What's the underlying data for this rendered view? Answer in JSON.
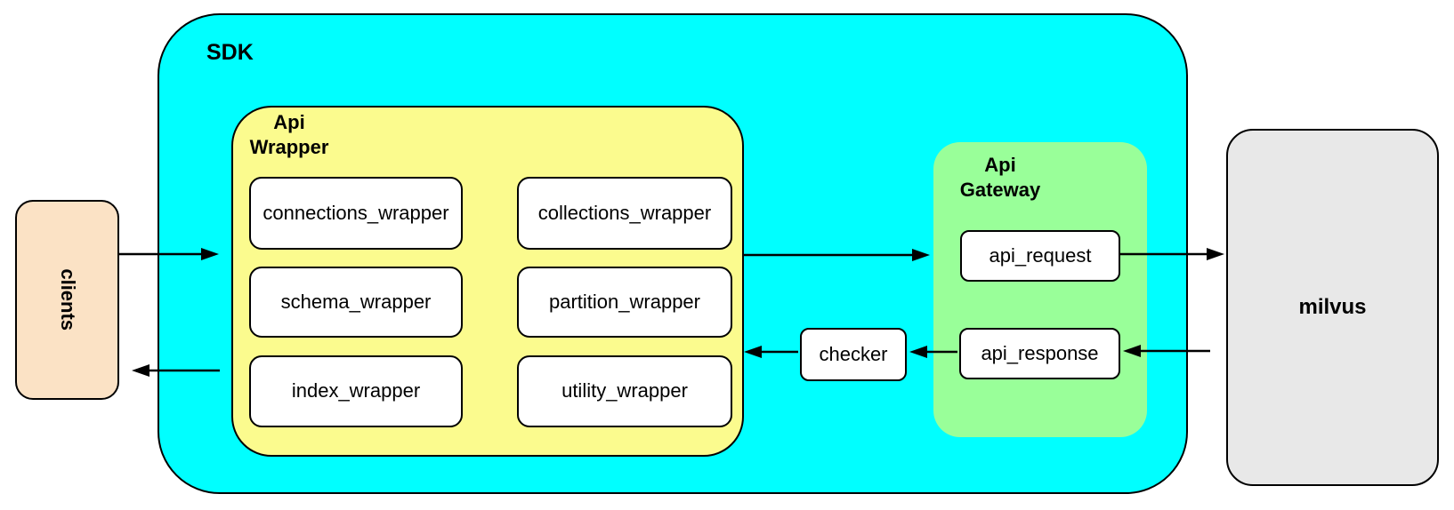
{
  "clients": {
    "label": "clients"
  },
  "sdk": {
    "label": "SDK",
    "api_wrapper": {
      "label": "Api\nWrapper",
      "boxes": [
        "connections_wrapper",
        "collections_wrapper",
        "schema_wrapper",
        "partition_wrapper",
        "index_wrapper",
        "utility_wrapper"
      ]
    },
    "checker": {
      "label": "checker"
    },
    "api_gateway": {
      "label": "Api\nGateway",
      "boxes": [
        "api_request",
        "api_response"
      ]
    }
  },
  "milvus": {
    "label": "milvus"
  },
  "arrows": [
    {
      "from": "clients",
      "to": "api_wrapper"
    },
    {
      "from": "api_wrapper",
      "to": "clients"
    },
    {
      "from": "api_wrapper",
      "to": "api_request"
    },
    {
      "from": "api_request",
      "to": "milvus"
    },
    {
      "from": "milvus",
      "to": "api_response"
    },
    {
      "from": "api_response",
      "to": "checker"
    },
    {
      "from": "checker",
      "to": "api_wrapper"
    }
  ],
  "colors": {
    "sdk_fill": "#00FFFF",
    "api_wrapper_fill": "#FBFB8E",
    "api_gateway_fill": "#99FF99",
    "clients_fill": "#FBE2C5",
    "milvus_fill": "#E8E8E8",
    "node_fill": "#FFFFFF",
    "border": "#000000",
    "background": "#FFFFFF"
  }
}
